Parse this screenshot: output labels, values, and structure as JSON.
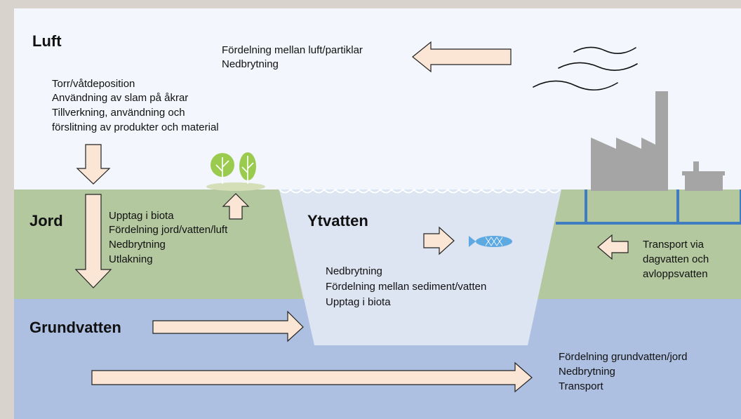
{
  "colors": {
    "frame": "#d9d3ce",
    "air": "#f3f6fc",
    "soil": "#b4c8a0",
    "surface_water": "#dde4f2",
    "groundwater": "#aec0e2",
    "arrow_fill": "#fbe6d6",
    "pipe": "#3f7dc0",
    "factory": "#a5a5a5",
    "tree": "#9acb4f",
    "fish": "#5da9e2"
  },
  "luft": {
    "title": "Luft",
    "left_lines": [
      "Torr/våtdeposition",
      "Användning av slam på åkrar",
      "Tillverkning, användning och",
      "förslitning av produkter och material"
    ],
    "right_lines": [
      "Fördelning mellan luft/partiklar",
      "Nedbrytning"
    ]
  },
  "jord": {
    "title": "Jord",
    "lines": [
      "Upptag i biota",
      "Fördelning jord/vatten/luft",
      "Nedbrytning",
      "Utlakning"
    ]
  },
  "ytvatten": {
    "title": "Ytvatten",
    "lines": [
      "Nedbrytning",
      "Fördelning mellan sediment/vatten",
      "Upptag i biota"
    ]
  },
  "transport": {
    "lines": [
      "Transport via",
      "dagvatten och",
      "avloppsvatten"
    ]
  },
  "grundvatten": {
    "title": "Grundvatten",
    "lines": [
      "Fördelning grundvatten/jord",
      "Nedbrytning",
      "Transport"
    ]
  },
  "icons": {
    "wind": "wind-icon",
    "factory": "factory-icon",
    "house": "house-icon",
    "trees": "tree-icon",
    "fish": "fish-icon",
    "pipes": "pipe-icon"
  }
}
